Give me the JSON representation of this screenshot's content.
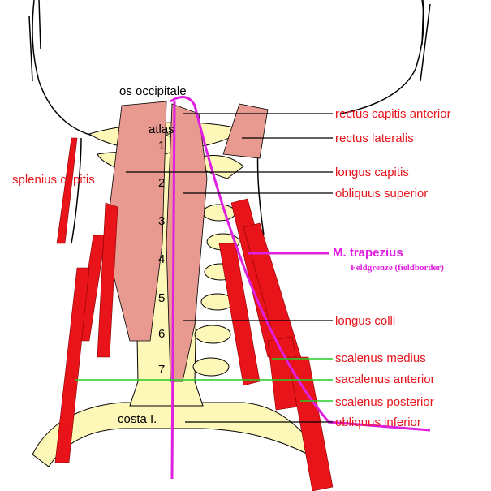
{
  "labels": {
    "os_occipitale": "os occipitale",
    "atlas": "atlas",
    "costa": "costa I.",
    "splenius_capitis": "splenius capitis",
    "rectus_capitis_anterior": "rectus capitis anterior",
    "rectus_lateralis": "rectus lateralis",
    "longus_capitis": "longus capitis",
    "obliquus_superior": "obliquus superior",
    "m_trapezius": "M. trapezius",
    "feldgrenze": "Feldgrenze (fieldborder)",
    "longus_colli": "longus colli",
    "scalenus_medius": "scalenus medius",
    "sacalenus_anterior": "sacalenus anterior",
    "scalenus_posterior": "scalenus posterior",
    "obliquus_inferior": "obliquus inferior"
  },
  "vertebrae": [
    "1",
    "2",
    "3",
    "4",
    "5",
    "6",
    "7"
  ],
  "colors": {
    "muscle": "#e8141a",
    "muscle_pink": "#e89a90",
    "bone": "#fdf7b8",
    "border_line": "#e020e0",
    "leader_line": "#000000",
    "scalene_line": "#22cc22"
  }
}
